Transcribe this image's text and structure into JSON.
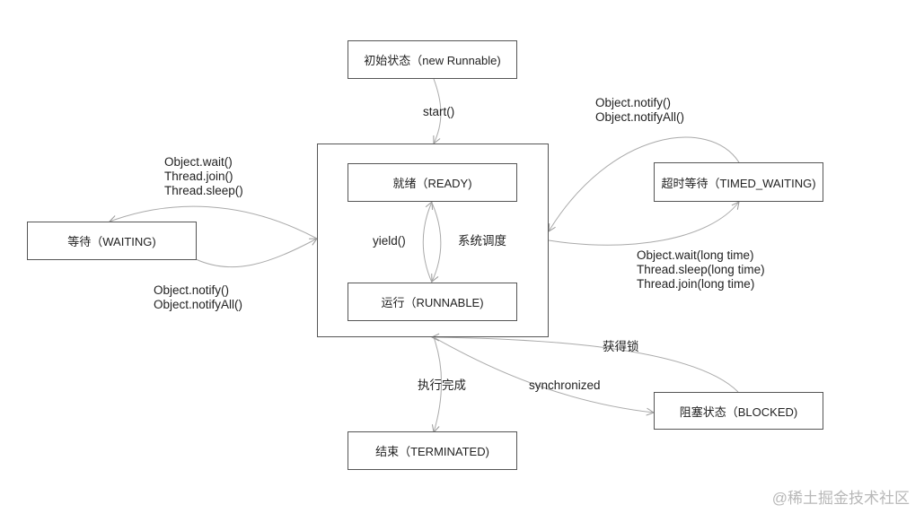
{
  "colors": {
    "line": "#aaaaaa",
    "border": "#555555",
    "text": "#222222",
    "watermark": "#b8b8b8"
  },
  "states": {
    "new": "初始状态（new Runnable)",
    "ready": "就绪（READY)",
    "running": "运行（RUNNABLE)",
    "waiting": "等待（WAITING)",
    "timed_waiting": "超时等待（TIMED_WAITING)",
    "blocked": "阻塞状态（BLOCKED)",
    "terminated": "结束（TERMINATED)"
  },
  "transitions": {
    "start": "start()",
    "yield": "yield()",
    "schedule": "系统调度",
    "to_waiting": [
      "Object.wait()",
      "Thread.join()",
      "Thread.sleep()"
    ],
    "from_waiting": [
      "Object.notify()",
      "Object.notifyAll()"
    ],
    "from_timed_waiting": [
      "Object.notify()",
      "Object.notifyAll()"
    ],
    "to_timed_waiting": [
      "Object.wait(long time)",
      "Thread.sleep(long time)",
      "Thread.join(long time)"
    ],
    "finish": "执行完成",
    "synchronized": "synchronized",
    "acquire_lock": "获得锁"
  },
  "watermark": "@稀土掘金技术社区"
}
